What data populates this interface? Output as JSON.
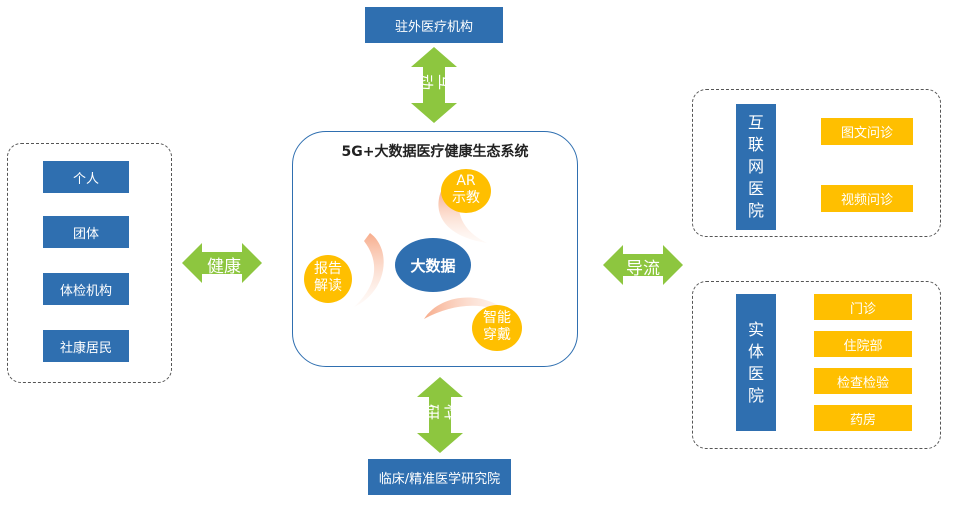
{
  "top": {
    "label": "驻外医疗机构",
    "arrow_label": "互动"
  },
  "bottom": {
    "label": "临床/精准医学研究院",
    "arrow_label": "科研"
  },
  "left": {
    "items": [
      "个人",
      "团体",
      "体检机构",
      "社康居民"
    ],
    "arrow_label": "健康"
  },
  "center": {
    "title": "5G+大数据医疗健康生态系统",
    "core": "大数据",
    "petals": [
      {
        "line1": "AR",
        "line2": "示教"
      },
      {
        "line1": "报告",
        "line2": "解读"
      },
      {
        "line1": "智能",
        "line2": "穿戴"
      }
    ]
  },
  "right": {
    "arrow_label": "导流",
    "internet": {
      "title": "互联网医院",
      "items": [
        "图文问诊",
        "视频问诊"
      ]
    },
    "physical": {
      "title": "实体医院",
      "items": [
        "门诊",
        "住院部",
        "检查检验",
        "药房"
      ]
    }
  },
  "colors": {
    "blue": "#2f6fb0",
    "orange": "#ffbf00",
    "green": "#8dc63f",
    "border_blue": "#2f6fb0"
  }
}
